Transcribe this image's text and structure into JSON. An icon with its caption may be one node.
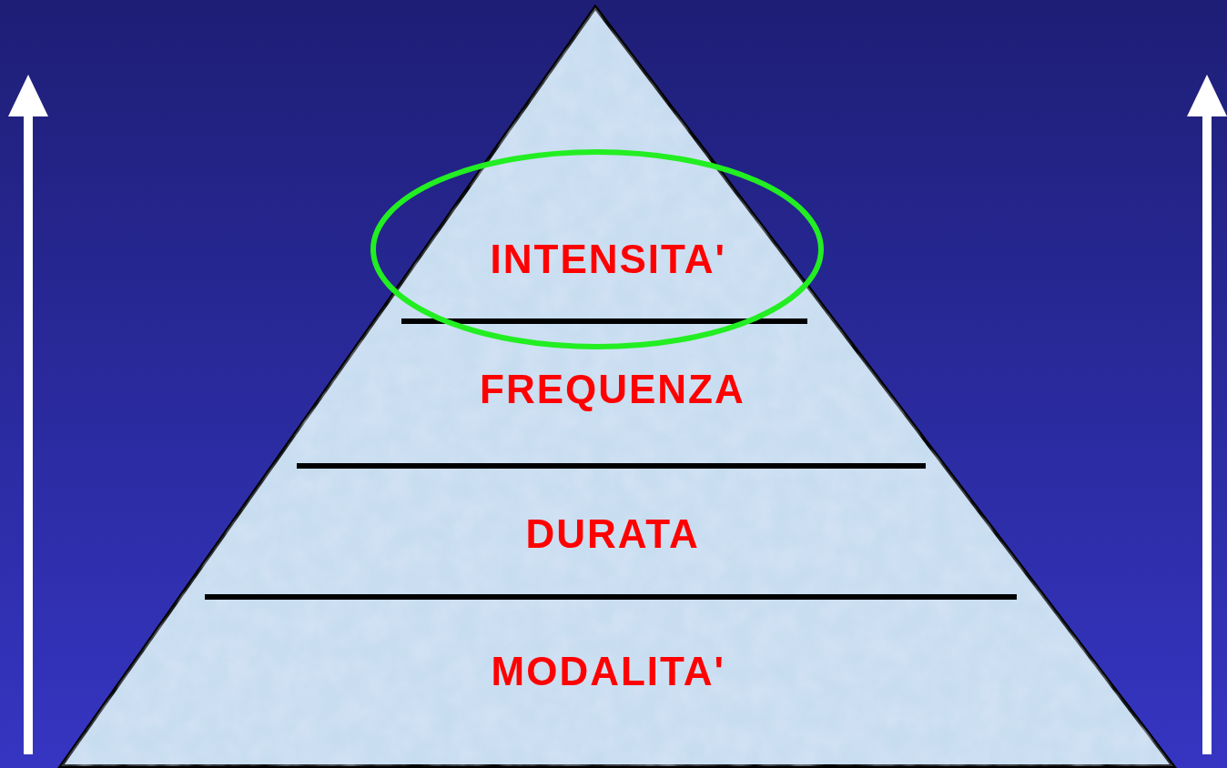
{
  "diagram": {
    "nodes": [
      {
        "text": [
          "INTENSITA'"
        ]
      },
      {
        "text": [
          "FREQUENZA"
        ]
      },
      {
        "text": [
          "DURATA"
        ]
      },
      {
        "text": [
          "MODALITA'"
        ]
      }
    ]
  }
}
